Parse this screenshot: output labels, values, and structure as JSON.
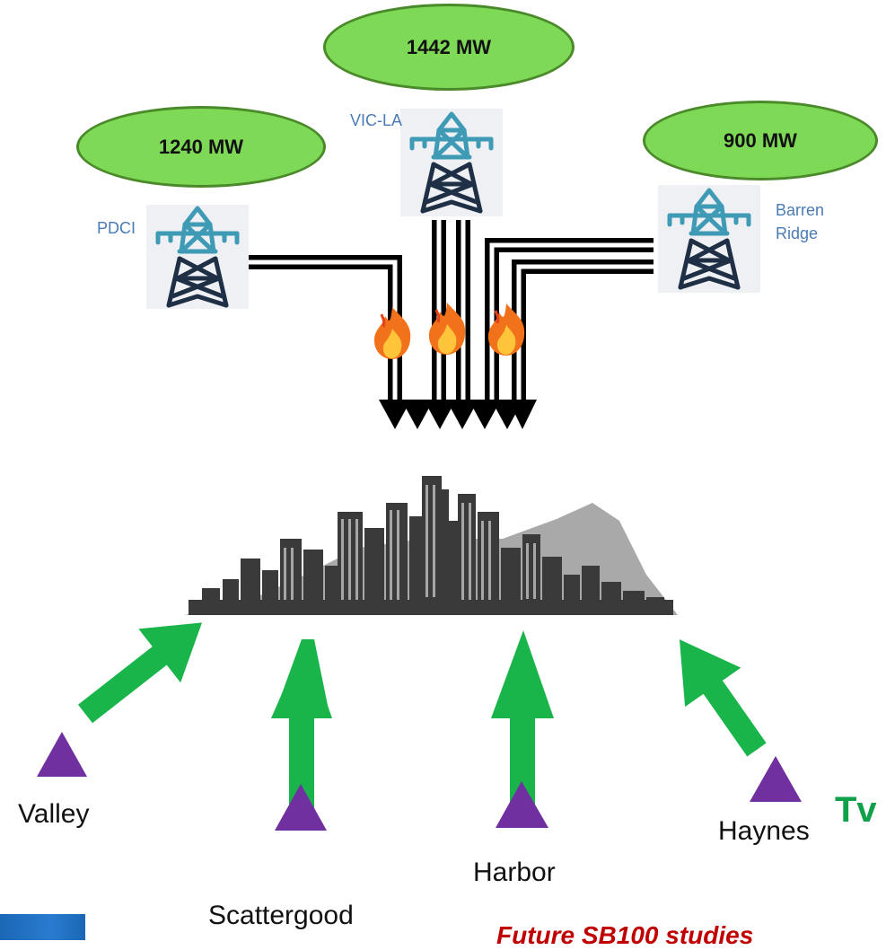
{
  "flows": [
    {
      "label": "1240 MW"
    },
    {
      "label": "1442 MW"
    },
    {
      "label": "900 MW"
    }
  ],
  "towers": [
    {
      "name": "PDCI",
      "icon": "transmission-tower-icon"
    },
    {
      "name": "VIC-LA",
      "icon": "transmission-tower-icon"
    },
    {
      "name": "Barren\nRidge",
      "line1": "Barren",
      "line2": "Ridge",
      "icon": "transmission-tower-icon"
    }
  ],
  "plants": [
    {
      "name": "Valley"
    },
    {
      "name": "Scattergood"
    },
    {
      "name": "Harbor"
    },
    {
      "name": "Haynes"
    }
  ],
  "partial_heading": "Tv",
  "footer_note": "Future SB100 studies",
  "colors": {
    "ellipse_fill": "#7ed957",
    "ellipse_border": "#4a8a2a",
    "green_arrow": "#1ab54a",
    "plant_triangle": "#7030a0",
    "tower_label": "#4a7bb5",
    "footer_note": "#c00000"
  }
}
